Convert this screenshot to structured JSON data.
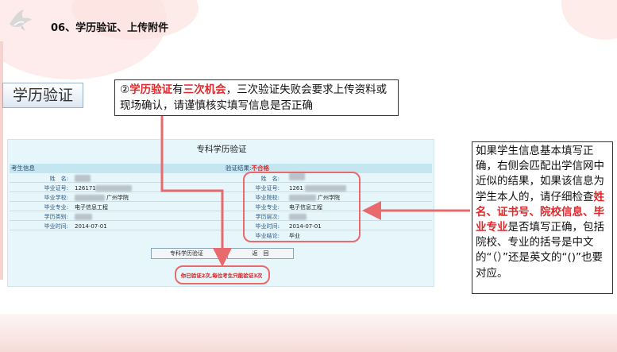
{
  "header": {
    "title": "06、学历验证、上传附件"
  },
  "edu_button": {
    "label": "学历验证"
  },
  "note1": {
    "num": "②",
    "bold1": "学历验证",
    "t1": "有",
    "bold2": "三次机会",
    "t2": "，三次验证失败会要求上传资料或现场确认，请谨慎核实填写信息是否正确"
  },
  "note2": {
    "t1": "如果学生信息基本填写正确，右侧会匹配出学信网中近似的结果，如果该信息为学生本人的，请仔细检查",
    "bold": "姓名、证书号、院校信息、毕业专业",
    "t2": "是否填写正确，包括院校、专业的括号是中文的“（）”还是英文的“()”也要对应。"
  },
  "form": {
    "title": "专科学历验证",
    "left_header": "考生信息",
    "right_header": "验证结果:",
    "result_value": "不合格",
    "left_rows": [
      {
        "label": "姓　名:",
        "value": ""
      },
      {
        "label": "毕业证号:",
        "value": "126171"
      },
      {
        "label": "毕业学校:",
        "value": "广州学院"
      },
      {
        "label": "毕业专业:",
        "value": "电子信息工程"
      },
      {
        "label": "学历类别:",
        "value": ""
      },
      {
        "label": "毕业时间:",
        "value": "2014-07-01"
      }
    ],
    "right_rows": [
      {
        "label": "姓　名:",
        "value": ""
      },
      {
        "label": "毕业证号:",
        "value": "1261"
      },
      {
        "label": "毕业院校:",
        "value": "广州学院"
      },
      {
        "label": "毕业专业:",
        "value": "电子信息工程"
      },
      {
        "label": "学历层次:",
        "value": ""
      },
      {
        "label": "毕业时间:",
        "value": "2014-07-01"
      },
      {
        "label": "毕业结论:",
        "value": "毕业"
      }
    ],
    "verify_button": "专科学历验证",
    "back_button": "返　回",
    "warning": "你已验证2次,每位考生只能验证3次"
  },
  "colors": {
    "accent_red": "#e0282c",
    "highlight": "#e86a6c",
    "form_bg": "#e6f6fa"
  },
  "icons": [
    "dove-logo-icon"
  ]
}
